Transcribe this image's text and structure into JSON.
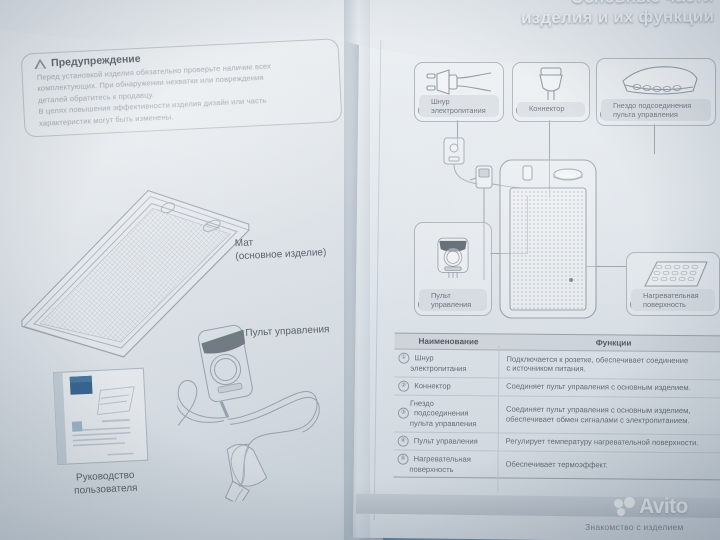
{
  "photo": {
    "subject": "Открытый печатный буклет — руководство пользователя нагревательного мата",
    "colors": {
      "header_blue": "#5b8cae",
      "paper": "#e9edf1",
      "ink": "#636a72",
      "table_header": "#d7dce1",
      "watermark": "#f7f9fa"
    }
  },
  "right_page": {
    "header": {
      "line1": "Основные части",
      "line2": "изделия и их функции"
    },
    "components": [
      {
        "num": "①",
        "number_plain": "1",
        "label": "Шнур\nэлектропитания",
        "label_l1": "Шнур",
        "label_l2": "электропитания",
        "icon": "power-plug-icon"
      },
      {
        "num": "②",
        "number_plain": "2",
        "label": "Коннектор",
        "label_l1": "Коннектор",
        "label_l2": "",
        "icon": "connector-icon"
      },
      {
        "num": "③",
        "number_plain": "3",
        "label": "Гнездо подсоединения\nпульта управления",
        "label_l1": "Гнездо подсоединения",
        "label_l2": "пульта управления",
        "icon": "socket-icon"
      },
      {
        "num": "④",
        "number_plain": "4",
        "label": "Пульт\nуправления",
        "label_l1": "Пульт",
        "label_l2": "управления",
        "icon": "controller-icon"
      },
      {
        "num": "⑤",
        "number_plain": "5",
        "label": "Нагревательная\nповерхность",
        "label_l1": "Нагревательная",
        "label_l2": "поверхность",
        "icon": "heating-surface-icon"
      }
    ],
    "table": {
      "headers": [
        "Наименование",
        "Функции"
      ],
      "rows": [
        {
          "num": "①",
          "name_l1": "Шнур",
          "name_l2": "электропитания",
          "func_l1": "Подключается к розетке, обеспечивает соединение",
          "func_l2": "с источником питания.",
          "func_l3": ""
        },
        {
          "num": "②",
          "name_l1": "Коннектор",
          "name_l2": "",
          "func_l1": "Соединяет пульт управления с основным изделием.",
          "func_l2": "",
          "func_l3": ""
        },
        {
          "num": "③",
          "name_l1": "Гнездо",
          "name_l2": "подсоединения",
          "name_l3": "пульта управления",
          "func_l1": "Соединяет пульт управления с основным изделием,",
          "func_l2": "обеспечивает обмен  сигналами с электропитанием.",
          "func_l3": ""
        },
        {
          "num": "④",
          "name_l1": "Пульт управления",
          "name_l2": "",
          "func_l1": "Регулирует температуру нагревательной поверхности.",
          "func_l2": "",
          "func_l3": ""
        },
        {
          "num": "⑤",
          "name_l1": "Нагревательная",
          "name_l2": "поверхность",
          "func_l1": "Обеспечивает термоэффект.",
          "func_l2": "",
          "func_l3": ""
        }
      ]
    },
    "footer_text": "Знакомство с изделием"
  },
  "left_page": {
    "warning": {
      "title": "Предупреждение",
      "icon": "warning-triangle-icon",
      "lines": [
        "Перед установкой изделия обязательно проверьте наличие всех",
        "комплектующих. При обнаружении нехватки или повреждения",
        "деталей обратитесь к продавцу.",
        "В целях повышения эффективности изделия дизайн или часть",
        "характеристик могут быть изменены."
      ]
    },
    "labels": {
      "mat_l1": "Мат",
      "mat_l2": "(основное изделие)",
      "remote": "Пульт управления",
      "manual_l1": "Руководство",
      "manual_l2": "пользователя"
    }
  },
  "watermark": {
    "text": "Avito",
    "icon": "avito-dots-logo"
  }
}
